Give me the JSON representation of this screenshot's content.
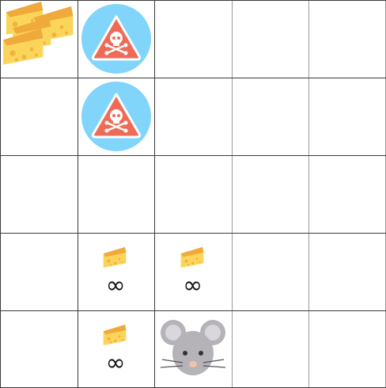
{
  "grid": {
    "rows": 5,
    "cols": 5,
    "cells": [
      {
        "row": 0,
        "col": 0,
        "item": "cheese-pile-icon"
      },
      {
        "row": 0,
        "col": 1,
        "item": "poison-hazard-icon"
      },
      {
        "row": 1,
        "col": 1,
        "item": "poison-hazard-icon"
      },
      {
        "row": 3,
        "col": 1,
        "item": "cheese-wedge-icon",
        "label": "∞"
      },
      {
        "row": 3,
        "col": 2,
        "item": "cheese-wedge-icon",
        "label": "∞"
      },
      {
        "row": 4,
        "col": 1,
        "item": "cheese-wedge-icon",
        "label": "∞"
      },
      {
        "row": 4,
        "col": 2,
        "item": "mouse-icon"
      }
    ]
  },
  "colors": {
    "hazard_circle": "#81d4fa",
    "hazard_triangle": "#ef6b57",
    "cheese": "#fbd55a",
    "cheese_shadow": "#f0a93b",
    "mouse": "#b5b2b8"
  }
}
